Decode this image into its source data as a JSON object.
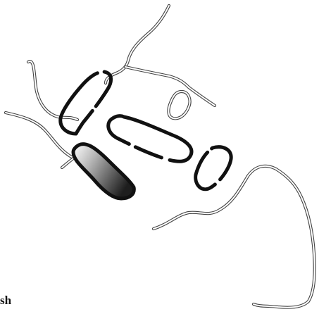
{
  "caption": "sh",
  "colors": {
    "background": "#ffffff",
    "outline": "#111111",
    "stroke_line": "#333333",
    "gradient_light": "#ffffff",
    "gradient_dark": "#202020"
  },
  "shapes": [
    {
      "name": "rod-outline-upper-left",
      "style": "dashed-outline"
    },
    {
      "name": "rod-outline-center",
      "style": "dashed-outline"
    },
    {
      "name": "rod-outline-small-right",
      "style": "dashed-outline"
    },
    {
      "name": "rod-filled-gradient",
      "style": "gradient-filled"
    },
    {
      "name": "oval-small",
      "style": "thin-double-line"
    }
  ]
}
